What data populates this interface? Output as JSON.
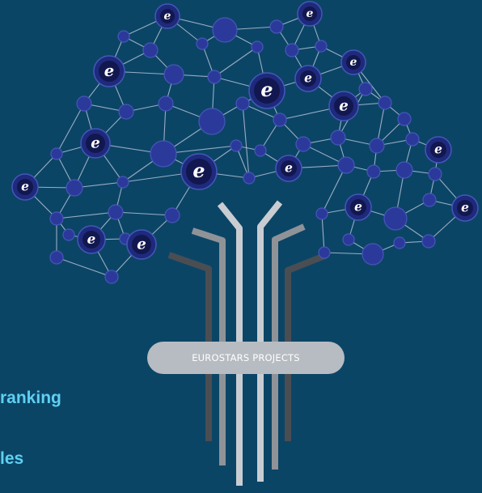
{
  "colors": {
    "background": "#0b4566",
    "node_fill": "#2b3a9a",
    "node_stroke": "#4656b8",
    "edge": "#c9d2e3",
    "caption": "#5fd0f2",
    "badge": "#b7bcc2"
  },
  "badge": {
    "label": "EUROSTARS PROJECTS"
  },
  "captions": {
    "line1": "ranking",
    "line2": "les"
  },
  "node_icon": "eurostars-e-logo-icon",
  "node_glyph": "e"
}
